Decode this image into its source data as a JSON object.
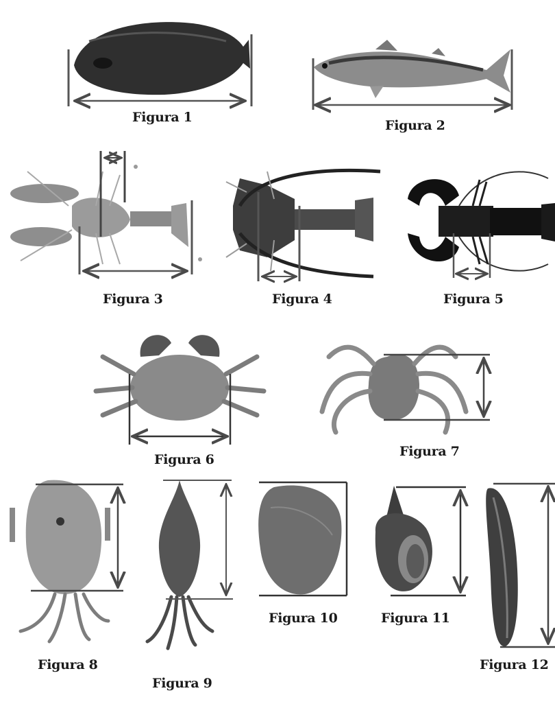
{
  "figures": [
    {
      "label": "Figura 1",
      "subject": "flatfish"
    },
    {
      "label": "Figura 2",
      "subject": "mackerel"
    },
    {
      "label": "Figura 3",
      "subject": "prawn"
    },
    {
      "label": "Figura 4",
      "subject": "spiny-lobster"
    },
    {
      "label": "Figura 5",
      "subject": "lobster"
    },
    {
      "label": "Figura 6",
      "subject": "crab"
    },
    {
      "label": "Figura 7",
      "subject": "spider-crab"
    },
    {
      "label": "Figura 8",
      "subject": "octopus"
    },
    {
      "label": "Figura 9",
      "subject": "squid"
    },
    {
      "label": "Figura 10",
      "subject": "clam"
    },
    {
      "label": "Figura 11",
      "subject": "whelk"
    },
    {
      "label": "Figura 12",
      "subject": "razor-clam"
    }
  ],
  "colors": {
    "ink": "#1a1a1a",
    "measure_line": "#5a5a5a",
    "fish_dark": "#2b2b2b",
    "fish_light": "#9c9c9c",
    "shell": "#6e6e6e"
  }
}
